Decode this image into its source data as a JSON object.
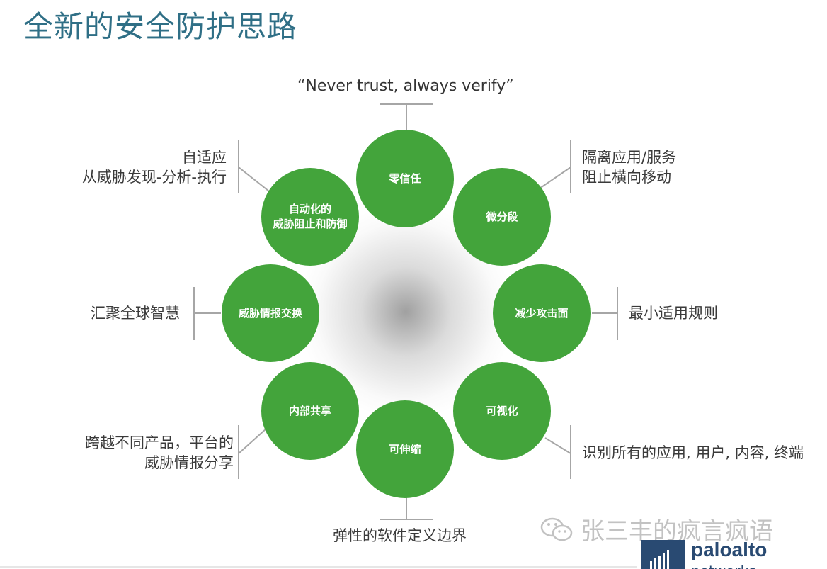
{
  "title": "全新的安全防护思路",
  "nodes": {
    "zero_trust": "零信任",
    "micro_seg": "微分段",
    "reduce_attack": "减少攻击面",
    "visibility": "可视化",
    "scalable": "可伸缩",
    "internal_share": "内部共享",
    "intel_exchange": "威胁情报交换",
    "auto_defense_line1": "自动化的",
    "auto_defense_line2": "威胁阻止和防御"
  },
  "notes": {
    "quote": "“Never trust, always verify”",
    "micro_line1": "隔离应用/服务",
    "micro_line2": "阻止横向移动",
    "reduce": "最小适用规则",
    "visibility": "识别所有的应用, 用户, 内容, 终端",
    "scalable": "弹性的软件定义边界",
    "share_line1": "跨越不同产品，平台的",
    "share_line2": "威胁情报分享",
    "exchange": "汇聚全球智慧",
    "adaptive_line1": "自适应",
    "adaptive_line2": "从威胁发现-分析-执行"
  },
  "watermark": "张三丰的疯言疯语",
  "logo": {
    "text": "paloalto",
    "sub": "networks"
  },
  "colors": {
    "node": "#43a43b",
    "title": "#2f6f86",
    "connector": "#a6a6a6",
    "logo": "#294a72"
  }
}
